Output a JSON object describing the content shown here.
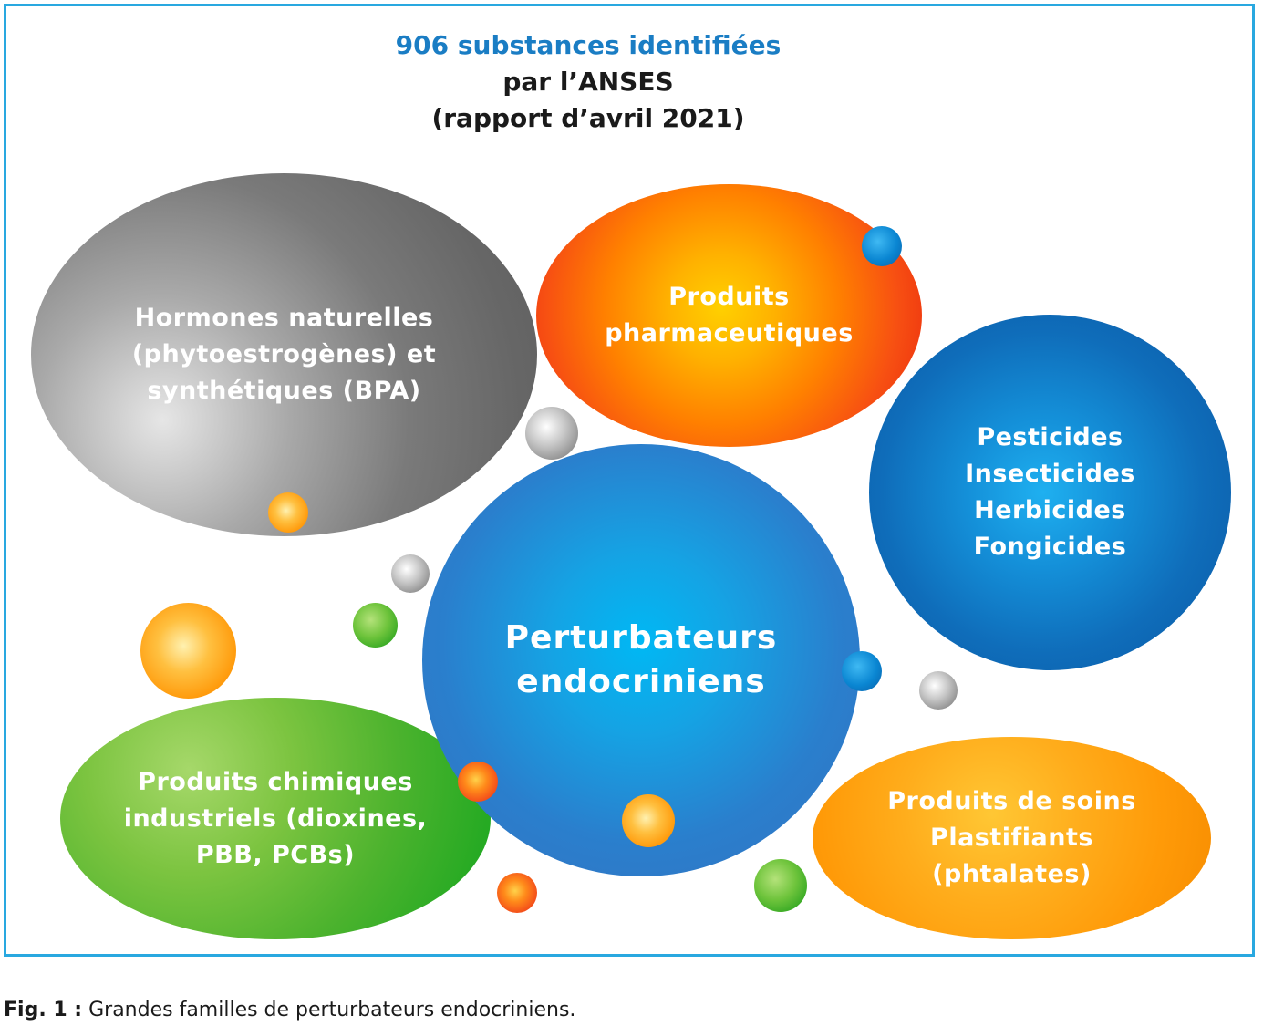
{
  "header": {
    "line1": "906 substances identifiées",
    "line2": "par l’ANSES",
    "line3": "(rapport d’avril 2021)"
  },
  "bubbles": {
    "hormones": "Hormones naturelles\n(phytoestrogènes) et\nsynthétiques (BPA)",
    "pharma": "Produits\npharmaceutiques",
    "pesticides": "Pesticides\nInsecticides\nHerbicides\nFongicides",
    "center": "Perturbateurs\nendocriniens",
    "industriels": "Produits chimiques\nindustriels (dioxines,\nPBB, PCBs)",
    "soins": "Produits de soins\nPlastifiants\n(phtalates)"
  },
  "colors": {
    "frame": "#29a8e0",
    "title_accent": "#1a7dc4",
    "gray": "#6e6e6e",
    "orange_red": "#f75012",
    "blue": "#0f6dba",
    "center_blue": "#15a3e4",
    "green": "#4db32e",
    "orange": "#ff9a08"
  },
  "caption": {
    "label": "Fig. 1 :",
    "text": " Grandes familles de perturbateurs endocriniens."
  }
}
